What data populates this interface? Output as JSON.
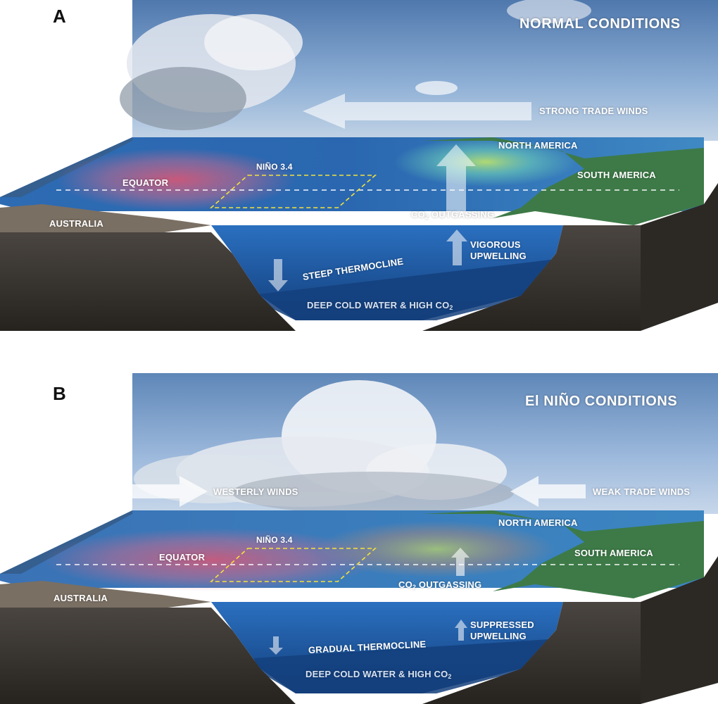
{
  "panels": [
    {
      "letter": "A",
      "title": "NORMAL CONDITIONS",
      "labels": {
        "winds": "STRONG TRADE WINDS",
        "north_america": "NORTH AMERICA",
        "south_america": "SOUTH AMERICA",
        "nino": "NIÑO 3.4",
        "equator": "EQUATOR",
        "australia": "AUSTRALIA",
        "co2_prefix": "CO",
        "co2_sub": "2",
        "co2_suffix": " OUTGASSING",
        "upwelling_line1": "VIGOROUS",
        "upwelling_line2": "UPWELLING",
        "thermocline": "STEEP THERMOCLINE",
        "deep_prefix": "DEEP COLD WATER & HIGH CO",
        "deep_sub": "2"
      }
    },
    {
      "letter": "B",
      "title": "El NIÑO CONDITIONS",
      "labels": {
        "westerly": "WESTERLY WINDS",
        "winds": "WEAK TRADE WINDS",
        "north_america": "NORTH AMERICA",
        "south_america": "SOUTH AMERICA",
        "nino": "NIÑO 3.4",
        "equator": "EQUATOR",
        "australia": "AUSTRALIA",
        "co2_prefix": "CO",
        "co2_sub": "2",
        "co2_suffix": " OUTGASSING",
        "upwelling_line1": "SUPPRESSED",
        "upwelling_line2": "UPWELLING",
        "thermocline": "GRADUAL THERMOCLINE",
        "deep_prefix": "DEEP COLD WATER & HIGH CO",
        "deep_sub": "2"
      }
    }
  ],
  "colors": {
    "sky_top": "#5d83b4",
    "sky_bottom": "#b9cde3",
    "ocean": "#1f5aa8",
    "deep_water": "#123f7a",
    "warm_pool": "#e0556f",
    "land": "#3c7a46",
    "rock": "#3a3631",
    "nino_box": "#f5e23c",
    "equator_line": "#ffffff"
  }
}
